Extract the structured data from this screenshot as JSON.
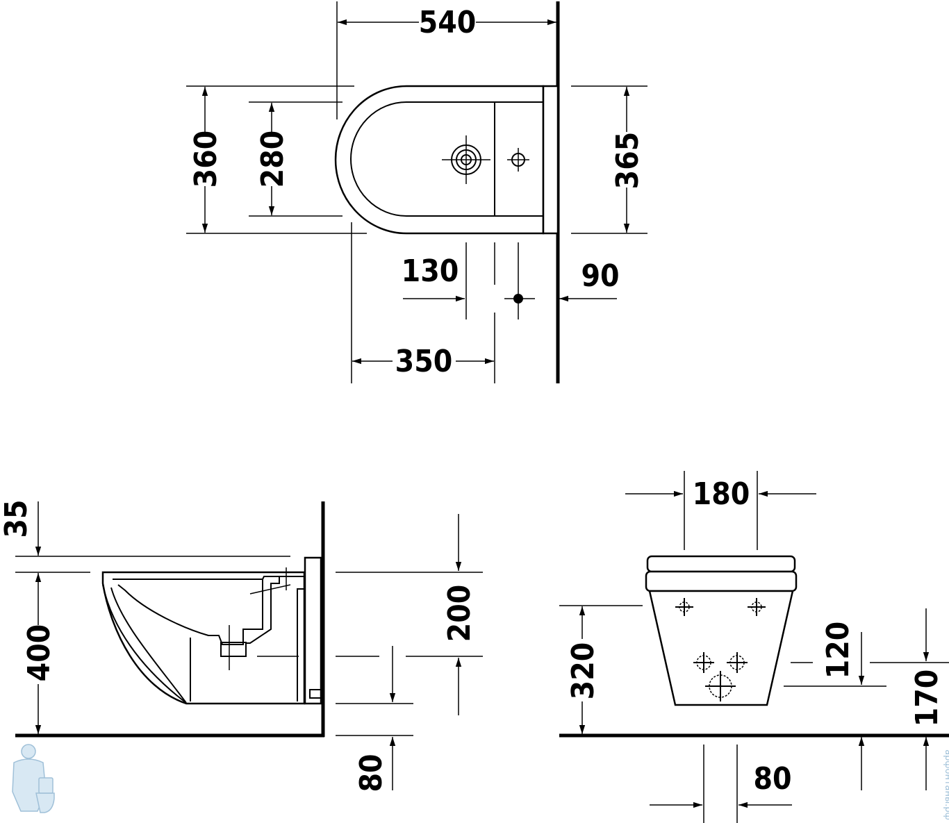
{
  "top_view": {
    "width_total": "540",
    "depth_outer": "360",
    "depth_inner": "280",
    "mount_height": "365",
    "offset_130": "130",
    "offset_90": "90",
    "offset_350": "350"
  },
  "side_view": {
    "rim_thickness": "35",
    "rim_height": "400",
    "drain_offset": "200",
    "floor_offset": "80"
  },
  "front_view": {
    "bolt_spacing": "180",
    "height": "320",
    "hole_offset": "120",
    "bolt_height": "170",
    "hole_spacing": "80"
  },
  "watermark": {
    "text": "арфонтаны.рф"
  }
}
